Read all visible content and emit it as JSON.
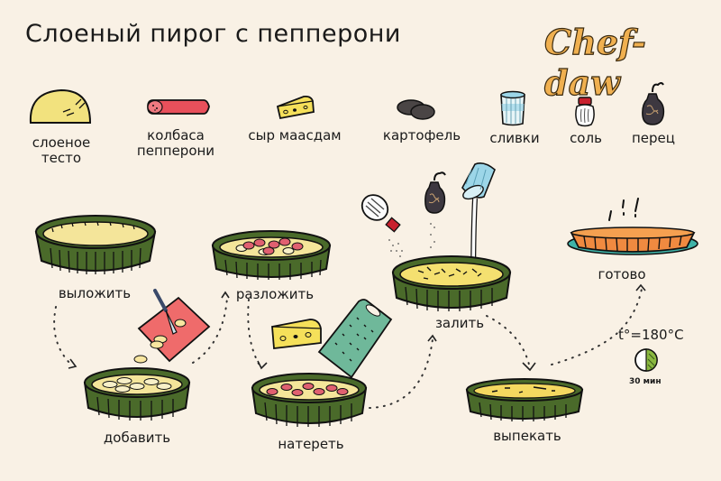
{
  "title": "Слоеный пирог с пепперони",
  "brand": "Chef-daw",
  "colors": {
    "background": "#f9f1e5",
    "pan_green": "#4a6a2a",
    "dough_yellow": "#f4e59a",
    "pepperoni_red": "#e8505b",
    "cheese_yellow": "#f5e05a",
    "brand_orange": "#f0b050",
    "pie_orange": "#f08a40",
    "plate_teal": "#3fb3a8",
    "cutting_board_red": "#ef6b6b",
    "grater_green": "#6fb89a",
    "cream_glass_blue": "#9cd6e8"
  },
  "ingredients": [
    {
      "id": "dough",
      "icon": "puff-pastry-icon",
      "label_line1": "слоеное",
      "label_line2": "тесто"
    },
    {
      "id": "pepperoni",
      "icon": "sausage-icon",
      "label_line1": "колбаса",
      "label_line2": "пепперони"
    },
    {
      "id": "cheese",
      "icon": "cheese-icon",
      "label_line1": "сыр маасдам",
      "label_line2": ""
    },
    {
      "id": "potato",
      "icon": "potato-icon",
      "label_line1": "картофель",
      "label_line2": ""
    },
    {
      "id": "cream",
      "icon": "cream-glass-icon",
      "label_line1": "сливки",
      "label_line2": ""
    },
    {
      "id": "salt",
      "icon": "salt-shaker-icon",
      "label_line1": "соль",
      "label_line2": ""
    },
    {
      "id": "pepper",
      "icon": "pepper-grinder-icon",
      "label_line1": "перец",
      "label_line2": ""
    }
  ],
  "steps": [
    {
      "n": 1,
      "label": "выложить"
    },
    {
      "n": 2,
      "label": "добавить"
    },
    {
      "n": 3,
      "label": "разложить"
    },
    {
      "n": 4,
      "label": "натереть"
    },
    {
      "n": 5,
      "label": "залить"
    },
    {
      "n": 6,
      "label": "выпекать"
    },
    {
      "n": 7,
      "label": "готово"
    }
  ],
  "baking": {
    "temperature": "t°=180°C",
    "time": "30 мин"
  }
}
